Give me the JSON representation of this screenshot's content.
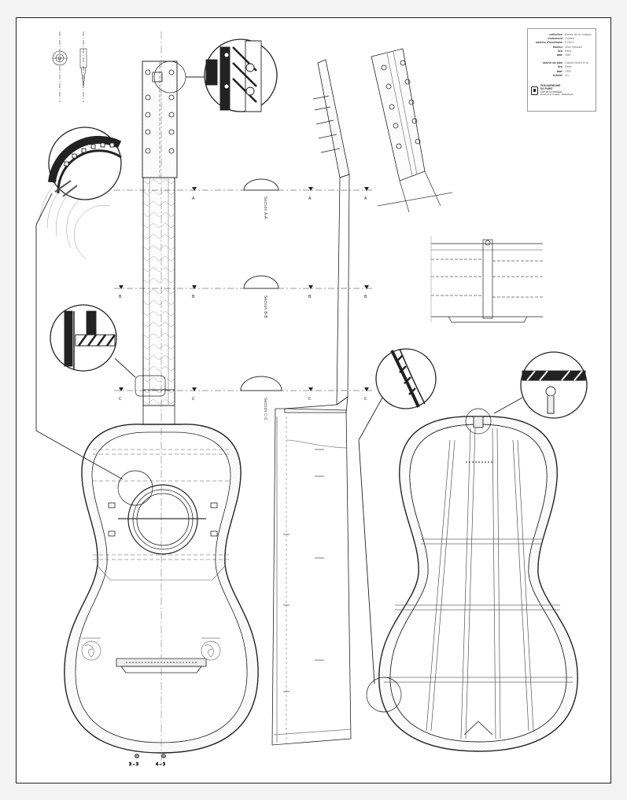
{
  "title_block": {
    "rows": [
      {
        "key": "collection",
        "value": "Musée de la musique"
      },
      {
        "key": "instrument",
        "value": "Guitare"
      },
      {
        "key": "numéro d'inventaire",
        "value": "E.0421"
      },
      {
        "key": "facteur",
        "value": "Jean Voboam"
      },
      {
        "key": "lieu",
        "value": "Paris"
      },
      {
        "key": "date",
        "value": "1687"
      }
    ],
    "rows2": [
      {
        "key": "auteur du plan",
        "value": "Claude Bertin et al."
      },
      {
        "key": "lieu",
        "value": "Paris"
      },
      {
        "key": "date",
        "value": "1992"
      },
      {
        "key": "échelle",
        "value": "1/1"
      }
    ],
    "logo_line1": "PHILHARMONIE",
    "logo_line2": "DE PARIS",
    "logo_line3": "Cité de la musique",
    "logo_line4": "Musée de la musique · Médiathèque"
  },
  "sections": {
    "aa": "Section A-A",
    "bb": "Section B-B",
    "cc": "Section C-C",
    "a": "A",
    "b": "B",
    "c": "C"
  },
  "bottom_marks": {
    "left": "3 – 3",
    "right": "4 – 3"
  },
  "colors": {
    "ink": "#222222",
    "hatch": "#777777",
    "sheet": "#ffffff"
  }
}
